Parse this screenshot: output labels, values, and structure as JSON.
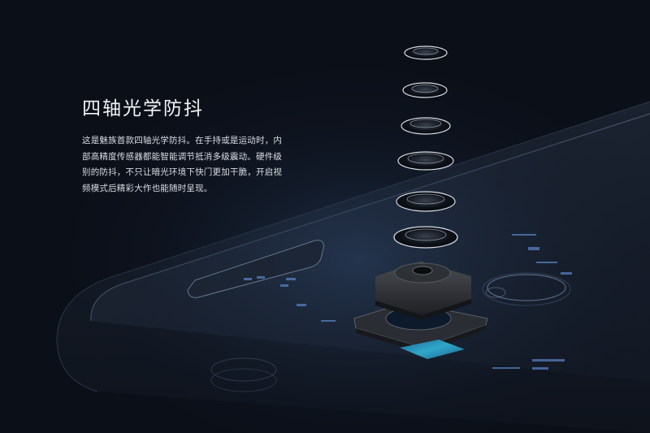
{
  "feature": {
    "title": "四轴光学防抖",
    "description_lines": [
      "这是魅族首款四轴光学防抖。在手持或是运动时，内",
      "部高精度传感器都能智能调节抵消多级震动。硬件级",
      "别的防抖，不只让暗光环境下快门更加干脆，开启视",
      "频模式后精彩大作也能随时呈现。"
    ]
  },
  "illustration": {
    "subject": "exploded-camera-module-over-phone-xray",
    "lens_element_count": 6,
    "colors": {
      "background": "#0b0f18",
      "phone_body": "#1a2230",
      "circuit_accent": "#5a86c8",
      "sensor": "#2f9fc4",
      "lens_rim": "#d8dde4"
    }
  }
}
